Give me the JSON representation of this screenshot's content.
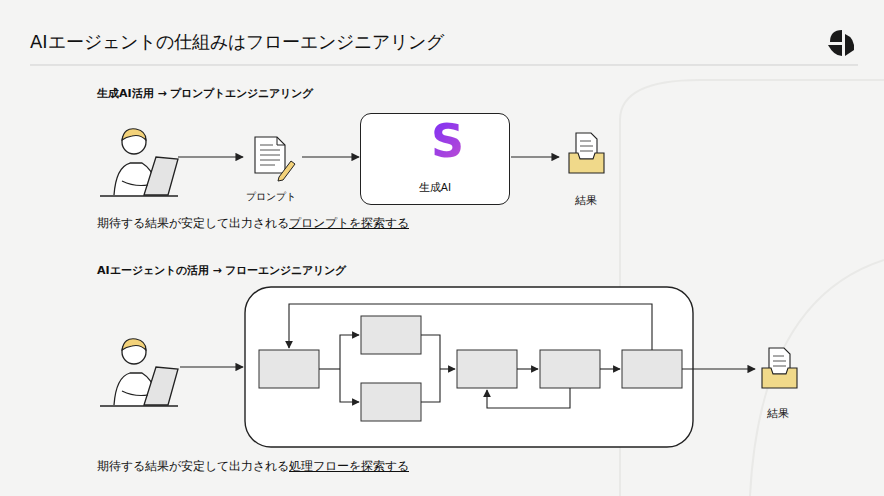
{
  "diagram": {
    "title": "AIエージェントの仕組みはフローエンジニアリング",
    "nodes": [
      {
        "text": [
          "プロンプト"
        ]
      },
      {
        "text": [
          "生成AI"
        ]
      },
      {
        "text": [
          "結果"
        ]
      },
      {
        "text": [
          "結果"
        ]
      }
    ],
    "edges": [
      {
        "from": 0,
        "to": 1,
        "arrow": "to"
      },
      {
        "from": 1,
        "to": 2,
        "arrow": "to"
      }
    ],
    "labels": [
      "生成AI活用 → プロンプトエンジニアリング",
      "S",
      "期待する結果が安定して出力される",
      "プロンプトを探索する",
      "AIエージェントの活用 → フローエンジニアリング",
      "期待する結果が安定して出力される",
      "処理フローを探索する"
    ]
  }
}
